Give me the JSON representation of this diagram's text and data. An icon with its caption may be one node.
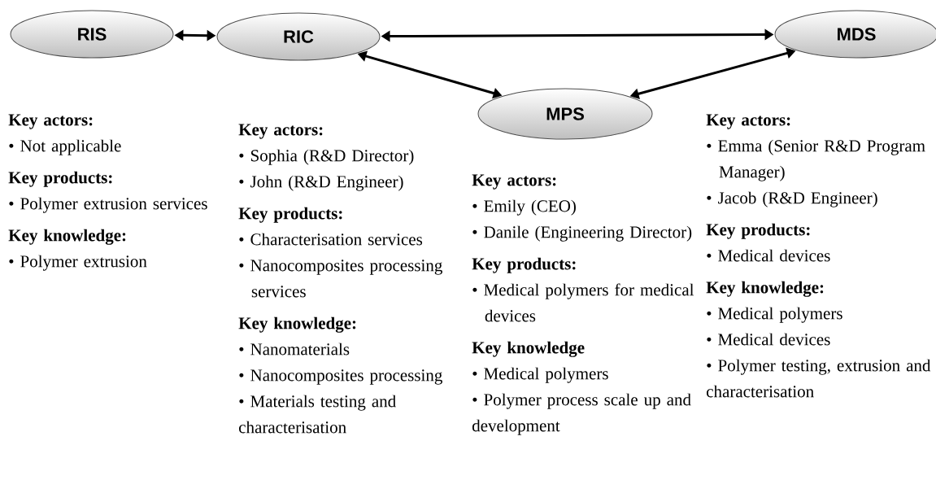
{
  "diagram": {
    "nodes": [
      {
        "text": [
          "RIS"
        ],
        "beside": [
          "Key actors:",
          "• Not applicable",
          "Key products:",
          "• Polymer extrusion services",
          "Key knowledge:",
          "• Polymer extrusion"
        ]
      },
      {
        "text": [
          "RIC"
        ],
        "beside": [
          "Key actors:",
          "• Sophia (R&D Director)",
          "• John (R&D Engineer)",
          "Key products:",
          "• Characterisation services",
          "• Nanocomposites processing services",
          "Key knowledge:",
          "• Nanomaterials",
          "• Nanocomposites processing",
          "• Materials testing and characterisation"
        ]
      },
      {
        "text": [
          "MDS"
        ],
        "beside": [
          "Key actors:",
          "• Emma (Senior R&D Program Manager)",
          "• Jacob (R&D Engineer)",
          "Key products:",
          "• Medical devices",
          "Key knowledge:",
          "• Medical polymers",
          "• Medical devices",
          "• Polymer testing, extrusion and characterisation"
        ]
      },
      {
        "text": [
          "MPS"
        ],
        "beside": [
          "Key actors:",
          "• Emily (CEO)",
          "• Danile (Engineering Director)",
          "Key products:",
          "• Medical polymers for medical devices",
          "Key knowledge",
          "• Medical polymers",
          "• Polymer process scale up and development"
        ]
      }
    ],
    "edges": [
      {
        "from": 0,
        "to": 1,
        "arrow": "both"
      },
      {
        "from": 1,
        "to": 2,
        "arrow": "both"
      },
      {
        "from": 1,
        "to": 3,
        "arrow": "both"
      },
      {
        "from": 3,
        "to": 2,
        "arrow": "both"
      }
    ]
  }
}
